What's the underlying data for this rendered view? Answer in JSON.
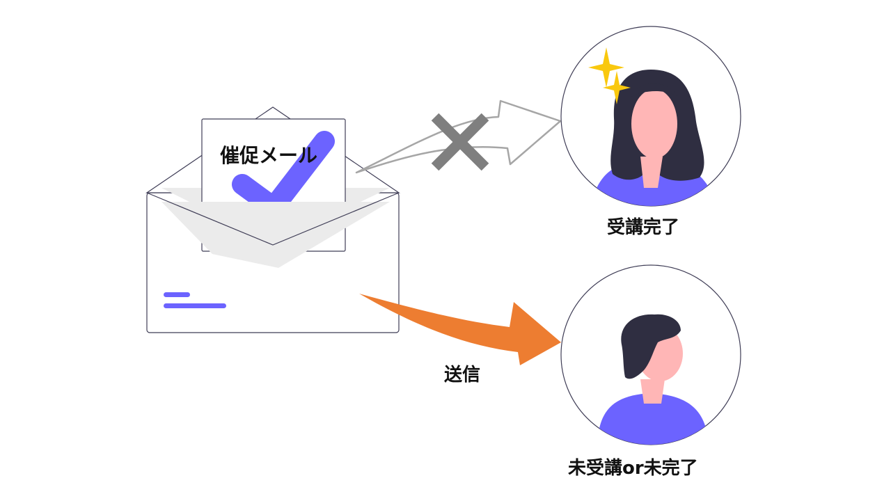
{
  "mail": {
    "title": "催促メール"
  },
  "completed_user": {
    "label": "受講完了"
  },
  "incomplete_user": {
    "label": "未受講or未完了"
  },
  "send": {
    "label": "送信"
  },
  "colors": {
    "accent_purple": "#6c63ff",
    "send_arrow": "#ed7d31",
    "blocked_arrow": "#a6a6a6",
    "cross": "#7f7f7f",
    "sparkle": "#f9c80e",
    "skin": "#ffb6b6",
    "hair": "#2f2e41",
    "envelope_shadow": "#ebebeb"
  },
  "icons": {
    "email": "open-envelope-icon",
    "check": "checkmark-icon",
    "cross": "cross-icon",
    "sparkle": "sparkle-icon"
  }
}
